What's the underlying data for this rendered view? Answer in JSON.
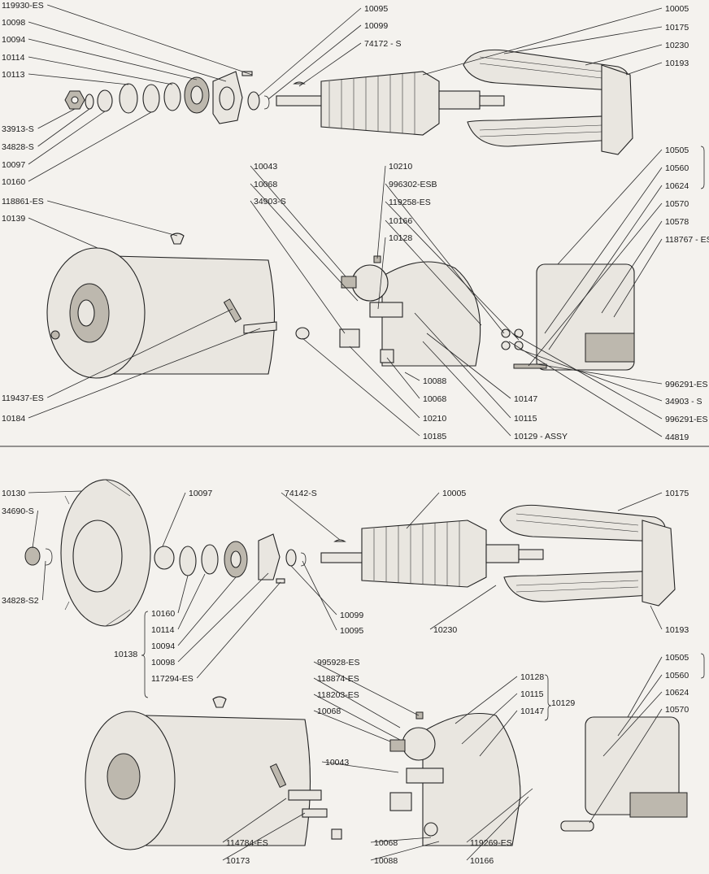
{
  "top_diagram": {
    "labels": [
      "119930-ES",
      "10098",
      "10094",
      "10114",
      "10113",
      "33913-S",
      "34828-S",
      "10097",
      "10160",
      "10095",
      "10099",
      "74172 - S",
      "10005",
      "10175",
      "10230",
      "10193",
      "118861-ES",
      "10139",
      "119437-ES",
      "10184",
      "10043",
      "10068",
      "34903-S",
      "10210",
      "10128",
      "996302-ESB",
      "119258-ES",
      "10166",
      "10505",
      "10560",
      "10624",
      "10570",
      "10578",
      "118767 - ES",
      "996291-ES",
      "34903 - S",
      "996291-ES 7",
      "44819",
      "10088",
      "10068",
      "10147",
      "10115",
      "10210",
      "10129 - ASSY",
      "10185"
    ]
  },
  "bottom_diagram": {
    "labels": [
      "10130",
      "34690-S",
      "34828-S2",
      "10097",
      "74142-S",
      "10005",
      "10175",
      "10230",
      "10193",
      "10099",
      "10095",
      "10160",
      "10114",
      "10094",
      "10098",
      "117294-ES",
      "10138",
      "995928-ES",
      "118874-ES",
      "118203-ES",
      "10068",
      "10043",
      "10128",
      "10115",
      "10147",
      "10129",
      "10505",
      "10560",
      "10624",
      "10570",
      "114784-ES",
      "10173",
      "10068",
      "10088",
      "119269-ES",
      "10166"
    ]
  }
}
